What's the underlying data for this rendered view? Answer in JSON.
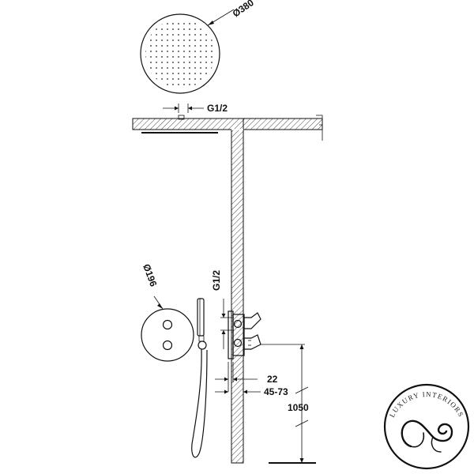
{
  "dimensions": {
    "head_diameter": "Ø380",
    "head_connection": "G1/2",
    "plate_diameter": "Ø196",
    "valve_connection": "G1/2",
    "wall_offset": "22",
    "embed_range": "45-73",
    "outlet_height": "1050"
  },
  "logo": {
    "arc_text": "LUXURY INTERIORS"
  },
  "colors": {
    "line": "#111111",
    "hatch": "#333333",
    "background": "#ffffff"
  }
}
